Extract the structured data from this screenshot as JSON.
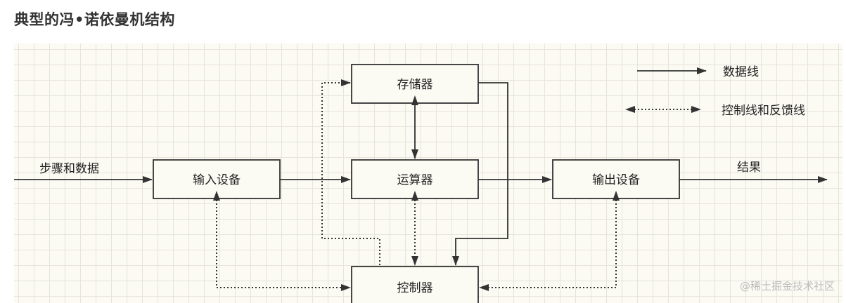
{
  "title": "典型的冯•诺依曼机结构",
  "boxes": {
    "storage": "存储器",
    "alu": "运算器",
    "input": "输入设备",
    "output": "输出设备",
    "control": "控制器"
  },
  "edge_labels": {
    "steps_and_data": "步骤和数据",
    "result": "结果"
  },
  "legend": {
    "data_line": "数据线",
    "control_line": "控制线和反馈线"
  },
  "watermark": "@稀土掘金技术社区"
}
